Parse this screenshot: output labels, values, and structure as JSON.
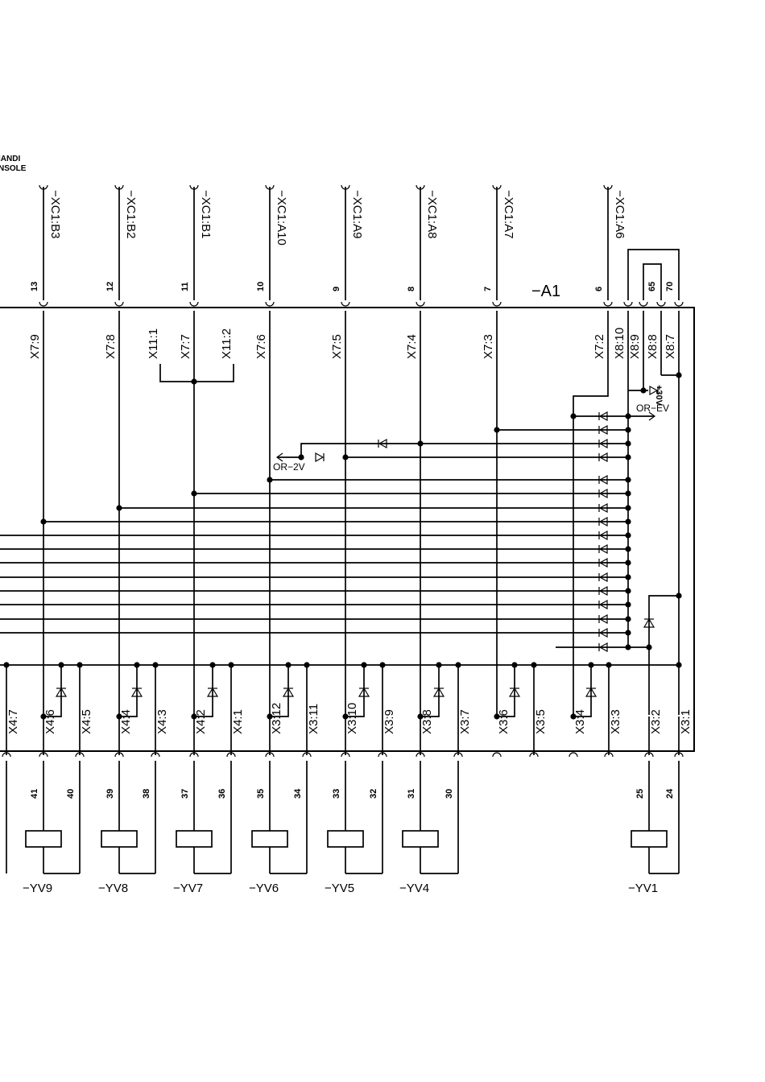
{
  "header": {
    "line1": "IANDI",
    "line2": "NSOLE"
  },
  "module_name": "−A1",
  "top_columns": [
    {
      "connector": "−XC1:B3",
      "pin": "13",
      "terminal": "X7:9"
    },
    {
      "connector": "−XC1:B2",
      "pin": "12",
      "terminal": "X7:8"
    },
    {
      "connector": "−XC1:B1",
      "pin": "11",
      "terminal": "X7:7"
    },
    {
      "connector": "−XC1:A10",
      "pin": "10",
      "terminal": "X7:6"
    },
    {
      "connector": "−XC1:A9",
      "pin": "9",
      "terminal": "X7:5"
    },
    {
      "connector": "−XC1:A8",
      "pin": "8",
      "terminal": "X7:4"
    },
    {
      "connector": "−XC1:A7",
      "pin": "7",
      "terminal": "X7:3"
    },
    {
      "connector": "−XC1:A6",
      "pin": "6",
      "terminal": "X7:2"
    }
  ],
  "x11_terminals": [
    "X11:1",
    "X11:2"
  ],
  "x8_terminals": [
    "X8:10",
    "X8:9",
    "X8:8",
    "X8:7"
  ],
  "x8_pins": [
    "65",
    "70"
  ],
  "supply_label": "+30V",
  "or_ev_label": "OR−EV",
  "or_2v_label": "OR−2V",
  "bottom_terminals": [
    "X4:7",
    "X4:6",
    "X4:5",
    "X4:4",
    "X4:3",
    "X4:2",
    "X4:1",
    "X3:12",
    "X3:11",
    "X3:10",
    "X3:9",
    "X3:8",
    "X3:7",
    "X3:6",
    "X3:5",
    "X3:4",
    "X3:3",
    "X3:2",
    "X3:1"
  ],
  "bottom_pins": [
    "41",
    "40",
    "39",
    "38",
    "37",
    "36",
    "35",
    "34",
    "33",
    "32",
    "31",
    "30",
    "25",
    "24"
  ],
  "valves": [
    "−YV9",
    "−YV8",
    "−YV7",
    "−YV6",
    "−YV5",
    "−YV4",
    "−YV1"
  ]
}
